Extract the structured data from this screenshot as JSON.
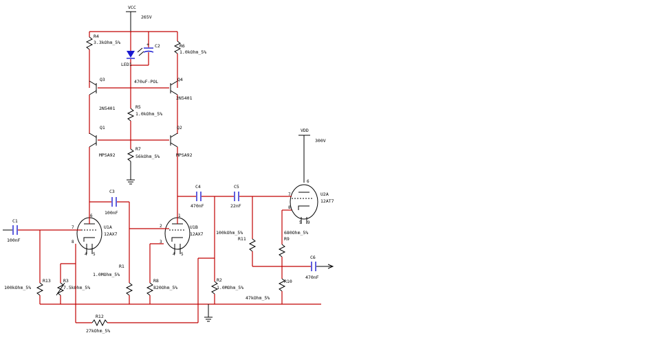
{
  "rails": {
    "vcc": "VCC",
    "vcc_voltage": "265V",
    "vdd": "VDD",
    "vdd_voltage": "300V"
  },
  "resistors": {
    "R4": {
      "ref": "R4",
      "value": "3.3kOhm_5%"
    },
    "R6": {
      "ref": "R6",
      "value": "1.0kOhm_5%"
    },
    "R5": {
      "ref": "R5",
      "value": "1.0kOhm_5%"
    },
    "R7": {
      "ref": "R7",
      "value": "56kOhm_5%"
    },
    "R1": {
      "ref": "R1",
      "value": "1.0MOhm_5%"
    },
    "R2": {
      "ref": "R2",
      "value": "1.0MOhm_5%"
    },
    "R3": {
      "ref": "R3",
      "value": "7.5kOhm_5%"
    },
    "R8": {
      "ref": "R8",
      "value": "820Ohm_5%"
    },
    "R9": {
      "ref": "R9",
      "value": "680Ohm_5%"
    },
    "R10": {
      "ref": "R10",
      "value": "47kOhm_5%"
    },
    "R11": {
      "ref": "R11",
      "value": "100kOhm_5%"
    },
    "R12": {
      "ref": "R12",
      "value": "27kOhm_5%"
    },
    "R13": {
      "ref": "R13",
      "value": "100kOhm_5%"
    }
  },
  "capacitors": {
    "C1": {
      "ref": "C1",
      "value": "100nF"
    },
    "C2": {
      "ref": "C2",
      "value": "470uF-POL"
    },
    "C3": {
      "ref": "C3",
      "value": "100nF"
    },
    "C4": {
      "ref": "C4",
      "value": "470nF"
    },
    "C5": {
      "ref": "C5",
      "value": "22nF"
    },
    "C6": {
      "ref": "C6",
      "value": "470nF"
    }
  },
  "transistors": {
    "Q1": {
      "ref": "Q1",
      "part": "MPSA92"
    },
    "Q2": {
      "ref": "Q2",
      "part": "MPSA92"
    },
    "Q3": {
      "ref": "Q3",
      "part": "2N5401"
    },
    "Q4": {
      "ref": "Q4",
      "part": "2N5401"
    }
  },
  "led": {
    "ref": "LED1"
  },
  "tubes": {
    "U1A_left": {
      "ref": "U1A",
      "part": "12AX7"
    },
    "U1B": {
      "ref": "U1B",
      "part": "12AX7"
    },
    "U1A_right": {
      "ref": "U2A",
      "part": "12AT7"
    }
  },
  "pins": {
    "p1": "1",
    "p2": "2",
    "p3": "3",
    "p4": "4",
    "p5": "5",
    "p6": "6",
    "p7": "7",
    "p8": "8",
    "p9": "9"
  }
}
